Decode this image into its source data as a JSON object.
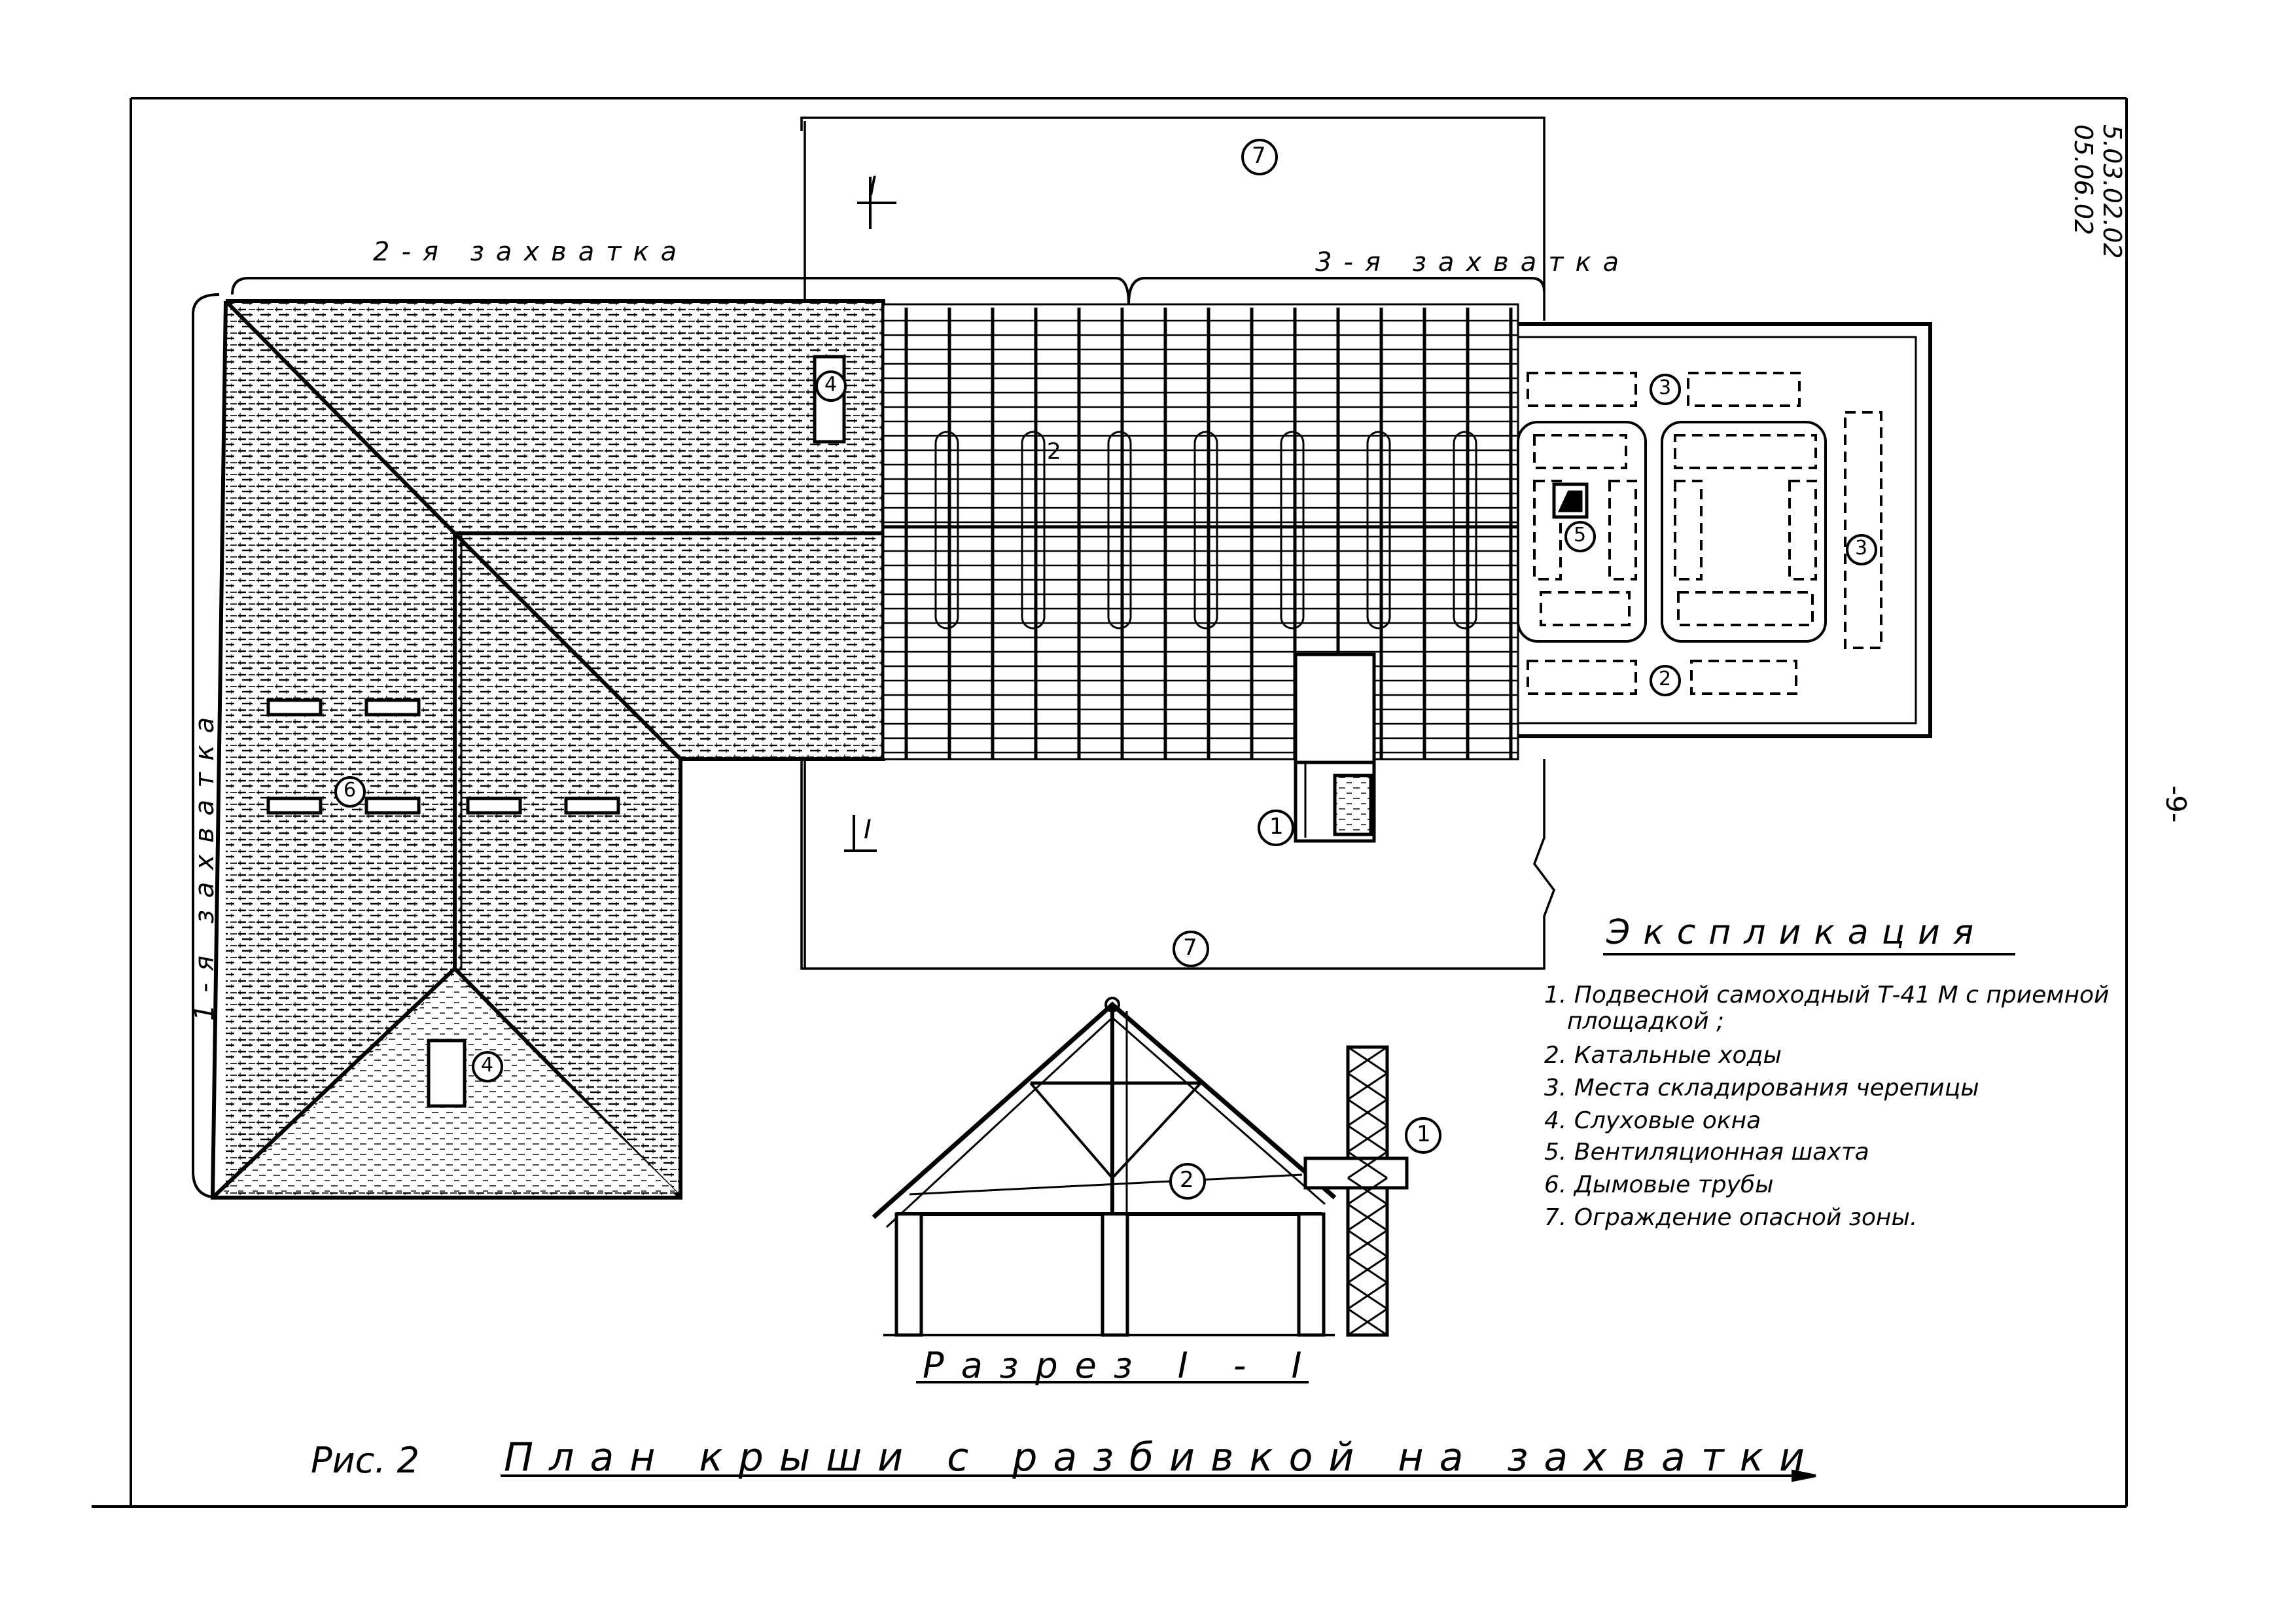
{
  "doc_number": {
    "line1": "5.03.02.02",
    "line2": "05.06.02"
  },
  "page_number": "-9-",
  "zones": {
    "first": "1-я захватка",
    "second": "2-я захватка",
    "third": "3-я захватка"
  },
  "section_marks": {
    "top": "I",
    "bottom": "I"
  },
  "callouts": {
    "c1": "1",
    "c2": "2",
    "c3": "3",
    "c4": "4",
    "c5": "5",
    "c6": "6",
    "c7": "7"
  },
  "legend": {
    "title": "Экспликация",
    "items": [
      "1. Подвесной самоходный Т-41 М с приемной",
      "площадкой ;",
      "2. Катальные ходы",
      "3. Места складирования черепицы",
      "4. Слуховые окна",
      "5. Вентиляционная шахта",
      "6. Дымовые трубы",
      "7. Ограждение опасной зоны."
    ]
  },
  "section_title": "Разрез I - I",
  "figure": {
    "label": "Рис. 2",
    "caption": "План крыши с разбивкой на захватки"
  }
}
